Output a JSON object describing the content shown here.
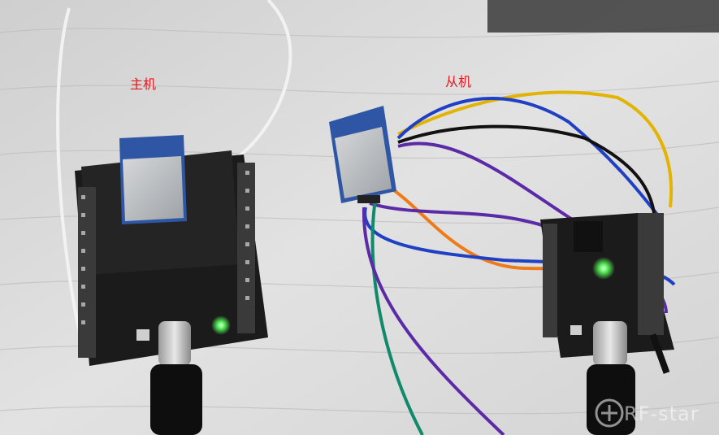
{
  "labels": {
    "master": "主机",
    "slave": "从机"
  },
  "watermark": {
    "text": "RF-star",
    "icon": "rf-star-logo-icon"
  },
  "colors": {
    "label_red": "#e8161d",
    "table_bg": "#d9d9d9",
    "board_black": "#1b1b1b",
    "module_blue": "#2f56a5",
    "shield_silver": "#b9bcbf",
    "led_green": "#39ff4a",
    "wire_white": "#f2f2f2",
    "wire_yellow": "#e2b400",
    "wire_blue": "#1f3fc4",
    "wire_black": "#111111",
    "wire_purple": "#5b2aa6",
    "wire_orange": "#ef7a18",
    "wire_green": "#0f8a6a"
  }
}
